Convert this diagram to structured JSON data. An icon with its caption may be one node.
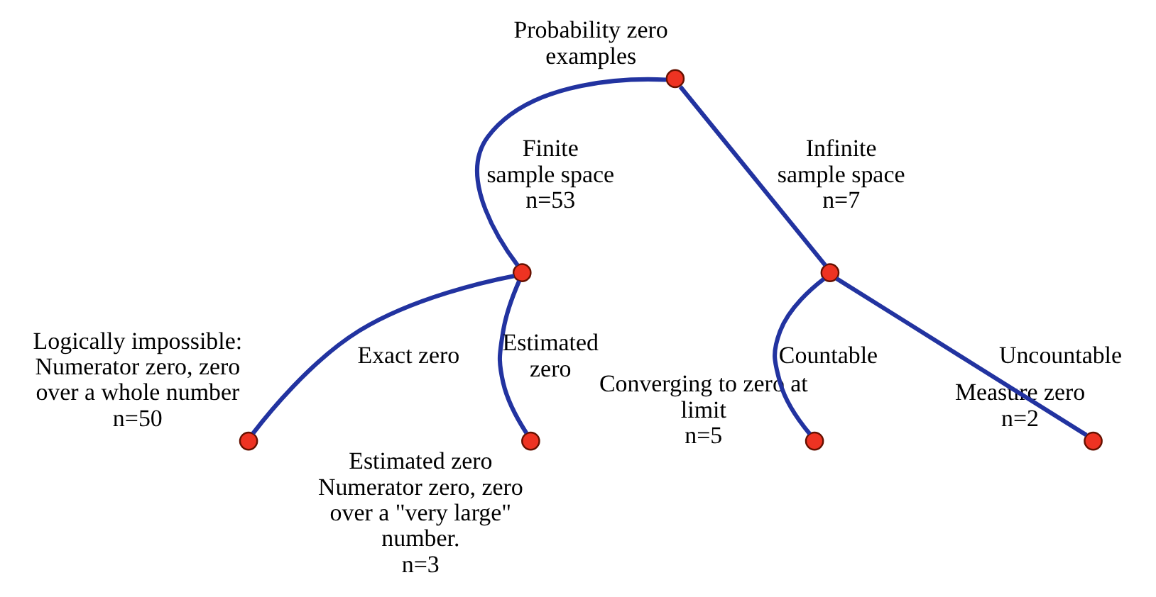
{
  "diagram": {
    "nodes": [
      {
        "text": [],
        "shape": "circle",
        "beside": [
          "Probability zero examples"
        ]
      },
      {
        "text": [],
        "shape": "circle"
      },
      {
        "text": [],
        "shape": "circle"
      },
      {
        "text": [],
        "shape": "circle",
        "beside": [
          "Logically impossible: Numerator zero, zero over a whole number",
          "n=50"
        ]
      },
      {
        "text": [],
        "shape": "circle",
        "beside": [
          "Estimated zero Numerator zero, zero over a \"very large\" number.",
          "n=3"
        ]
      },
      {
        "text": [],
        "shape": "circle",
        "beside": [
          "Converging to zero at limit",
          "n=5"
        ]
      },
      {
        "text": [],
        "shape": "circle",
        "beside": [
          "Measure zero",
          "n=2"
        ]
      }
    ],
    "edges": [
      {
        "from": 0,
        "to": 1,
        "arrow": "none",
        "label": "Finite sample space n=53"
      },
      {
        "from": 0,
        "to": 2,
        "arrow": "none",
        "label": "Infinite sample space n=7"
      },
      {
        "from": 1,
        "to": 3,
        "arrow": "none",
        "label": "Exact zero"
      },
      {
        "from": 1,
        "to": 4,
        "arrow": "none",
        "label": "Estimated zero"
      },
      {
        "from": 2,
        "to": 5,
        "arrow": "none",
        "label": "Countable"
      },
      {
        "from": 2,
        "to": 6,
        "arrow": "none",
        "label": "Uncountable"
      }
    ]
  }
}
